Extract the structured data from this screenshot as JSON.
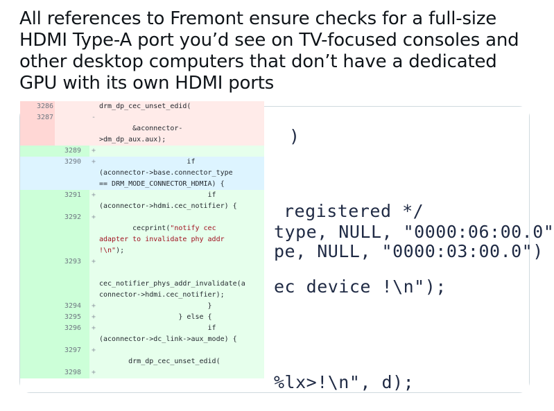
{
  "post": {
    "text": "All references to Fremont ensure checks for a full-size HDMI Type-A port you’d see on TV-focused consoles and other desktop computers that don’t have a dedicated GPU with its own HDMI ports"
  },
  "colors": {
    "deleted_bg": "#ffebe9",
    "deleted_gutter": "#ffd7d5",
    "added_bg": "#e6ffec",
    "added_gutter": "#ccffd8",
    "highlight_bg": "#ddf4ff",
    "string": "#a0111f"
  },
  "diff": {
    "rows": [
      {
        "type": "del",
        "old": "3286",
        "new": "",
        "mark": "",
        "code": "drm_dp_cec_unset_edid("
      },
      {
        "type": "del",
        "old": "3287",
        "new": "",
        "mark": "-",
        "code": ""
      },
      {
        "type": "del",
        "old": "",
        "new": "",
        "mark": "",
        "code": "        &aconnector-"
      },
      {
        "type": "del",
        "old": "",
        "new": "",
        "mark": "",
        "code": ">dm_dp_aux.aux);"
      },
      {
        "type": "add",
        "old": "",
        "new": "3289",
        "mark": "+",
        "code": ""
      },
      {
        "type": "hl",
        "old": "",
        "new": "3290",
        "mark": "+",
        "code": "                     if"
      },
      {
        "type": "hl",
        "old": "",
        "new": "",
        "mark": "",
        "code": "(aconnector->base.connector_type"
      },
      {
        "type": "hl",
        "old": "",
        "new": "",
        "mark": "",
        "code": "== DRM_MODE_CONNECTOR_HDMIA) {"
      },
      {
        "type": "add",
        "old": "",
        "new": "3291",
        "mark": "+",
        "code": "                          if"
      },
      {
        "type": "add",
        "old": "",
        "new": "",
        "mark": "",
        "code": "(aconnector->hdmi.cec_notifier) {"
      },
      {
        "type": "add",
        "old": "",
        "new": "3292",
        "mark": "+",
        "code": ""
      },
      {
        "type": "add",
        "old": "",
        "new": "",
        "mark": "",
        "code": "        cecprint(\"notify cec"
      },
      {
        "type": "add",
        "old": "",
        "new": "",
        "mark": "",
        "code": "adapter to invalidate phy addr"
      },
      {
        "type": "add",
        "old": "",
        "new": "",
        "mark": "",
        "code": "!\\n\");"
      },
      {
        "type": "add",
        "old": "",
        "new": "3293",
        "mark": "+",
        "code": ""
      },
      {
        "type": "add",
        "old": "",
        "new": "",
        "mark": "",
        "code": ""
      },
      {
        "type": "add",
        "old": "",
        "new": "",
        "mark": "",
        "code": "cec_notifier_phys_addr_invalidate(a"
      },
      {
        "type": "add",
        "old": "",
        "new": "",
        "mark": "",
        "code": "connector->hdmi.cec_notifier);"
      },
      {
        "type": "add",
        "old": "",
        "new": "3294",
        "mark": "+",
        "code": "                          }"
      },
      {
        "type": "add",
        "old": "",
        "new": "3295",
        "mark": "+",
        "code": "                   } else {"
      },
      {
        "type": "add",
        "old": "",
        "new": "3296",
        "mark": "+",
        "code": "                          if"
      },
      {
        "type": "add",
        "old": "",
        "new": "",
        "mark": "",
        "code": "(aconnector->dc_link->aux_mode) {"
      },
      {
        "type": "add",
        "old": "",
        "new": "3297",
        "mark": "+",
        "code": ""
      },
      {
        "type": "add",
        "old": "",
        "new": "",
        "mark": "",
        "code": "       drm_dp_cec_unset_edid("
      },
      {
        "type": "add",
        "old": "",
        "new": "3298",
        "mark": "+",
        "code": ""
      }
    ]
  },
  "zoom": {
    "lines": [
      ")",
      "registered */",
      "type, NULL, \"0000:06:00.0\"",
      "pe, NULL, \"0000:03:00.0\")",
      "ec device !\\n\");",
      "%lx>!\\n\", d);"
    ]
  }
}
